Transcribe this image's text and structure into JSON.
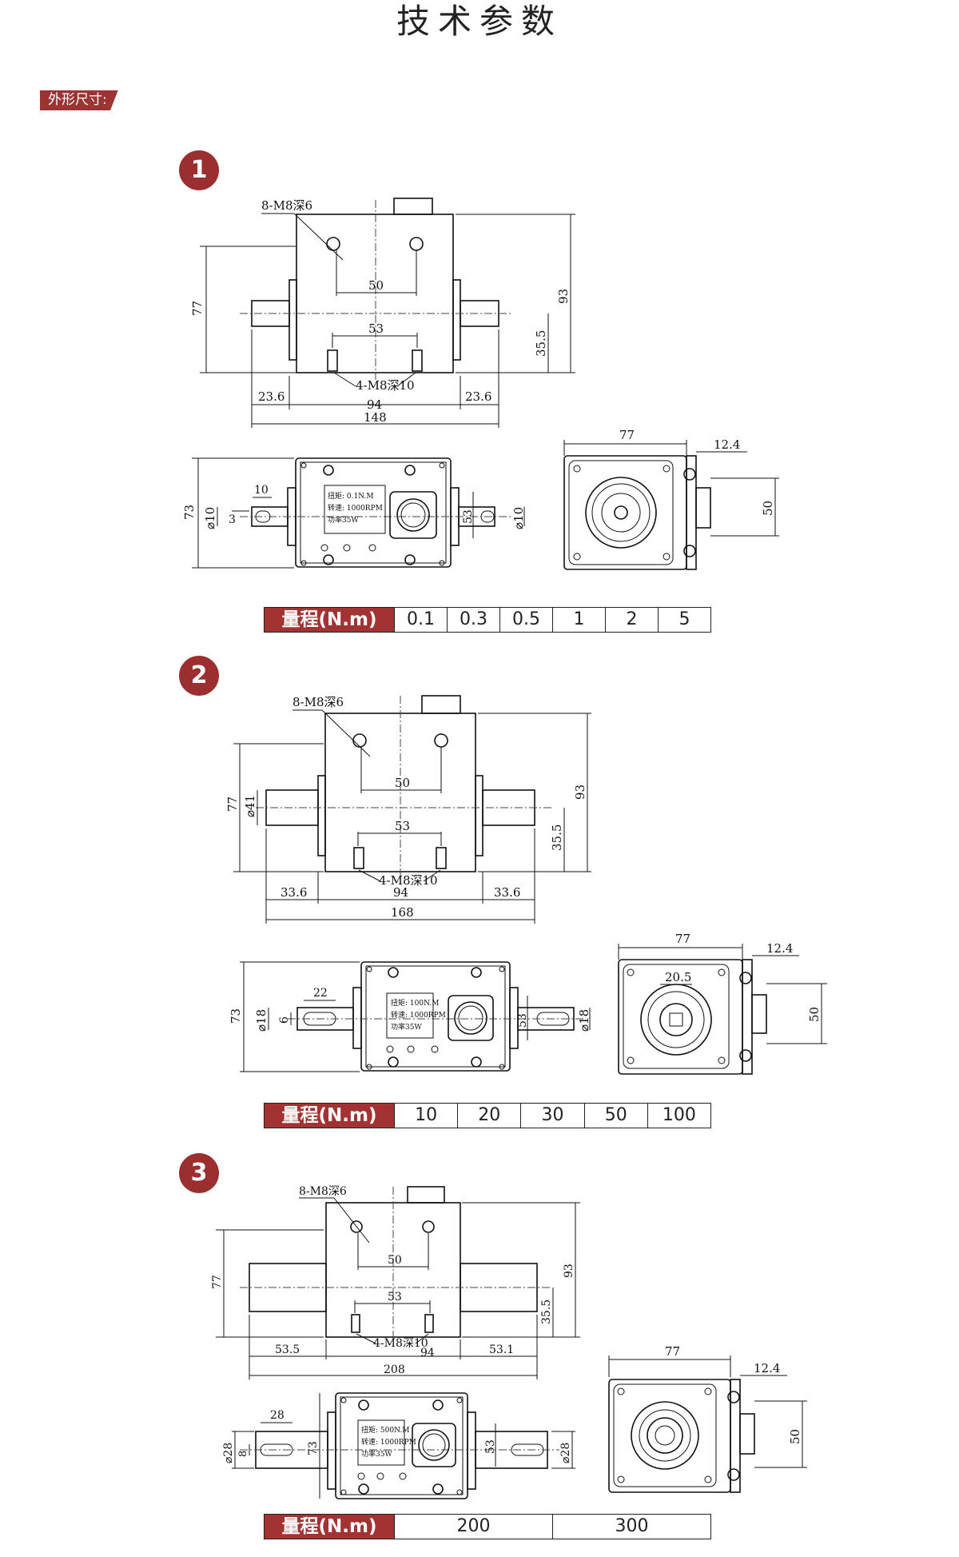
{
  "header": {
    "title": "技术参数"
  },
  "section": {
    "label": "外形尺寸:"
  },
  "models": [
    {
      "badge": "1",
      "front": {
        "holes_top": "8-M8深6",
        "d50": "50",
        "d53": "53",
        "holes_bottom": "4-M8深10",
        "left_ext": "23.6",
        "body_w": "94",
        "right_ext": "23.6",
        "total": "148",
        "h77": "77",
        "h93": "93",
        "h35": "35.5"
      },
      "top": {
        "d73": "73",
        "shaft_dia": "⌀10",
        "key_w": "3",
        "key_len": "10",
        "d53": "53",
        "shaft_dia_r": "⌀10",
        "nameplate": [
          "扭矩: 0.1N.M",
          "转速: 1000RPM",
          "功率35W"
        ]
      },
      "side": {
        "w77": "77",
        "ext": "12.4",
        "h50": "50",
        "bore": ""
      },
      "range": {
        "label": "量程(N.m)",
        "values": [
          "0.1",
          "0.3",
          "0.5",
          "1",
          "2",
          "5"
        ]
      }
    },
    {
      "badge": "2",
      "front": {
        "holes_top": "8-M8深6",
        "d50": "50",
        "d53": "53",
        "holes_bottom": "4-M8深10",
        "left_ext": "33.6",
        "body_w": "94",
        "right_ext": "33.6",
        "total": "168",
        "h77": "77",
        "dia41": "⌀41",
        "h93": "93",
        "h35": "35.5"
      },
      "top": {
        "d73": "73",
        "shaft_dia": "⌀18",
        "key_w": "6",
        "key_len": "22",
        "d53": "53",
        "shaft_dia_r": "⌀18",
        "nameplate": [
          "扭矩: 100N.M",
          "转速: 1000RPM",
          "功率35W"
        ]
      },
      "side": {
        "w77": "77",
        "ext": "12.4",
        "h50": "50",
        "bore": "20.5"
      },
      "range": {
        "label": "量程(N.m)",
        "values": [
          "10",
          "20",
          "30",
          "50",
          "100"
        ]
      }
    },
    {
      "badge": "3",
      "front": {
        "holes_top": "8-M8深6",
        "d50": "50",
        "d53": "53",
        "holes_bottom": "4-M8深10",
        "left_ext": "53.5",
        "body_w": "94",
        "right_ext": "53.1",
        "total": "208",
        "h77": "77",
        "h93": "93",
        "h35": "35.5"
      },
      "top": {
        "d73": "73",
        "shaft_dia": "⌀28",
        "key_w": "8",
        "key_len": "28",
        "d53": "53",
        "shaft_dia_r": "⌀28",
        "nameplate": [
          "扭矩: 500N.M",
          "转速: 1000RPM",
          "功率35W"
        ]
      },
      "side": {
        "w77": "77",
        "ext": "12.4",
        "h50": "50",
        "bore": ""
      },
      "range": {
        "label": "量程(N.m)",
        "values": [
          "200",
          "300"
        ]
      }
    }
  ],
  "colors": {
    "accent": "#9b2f2f",
    "line": "#111111"
  }
}
